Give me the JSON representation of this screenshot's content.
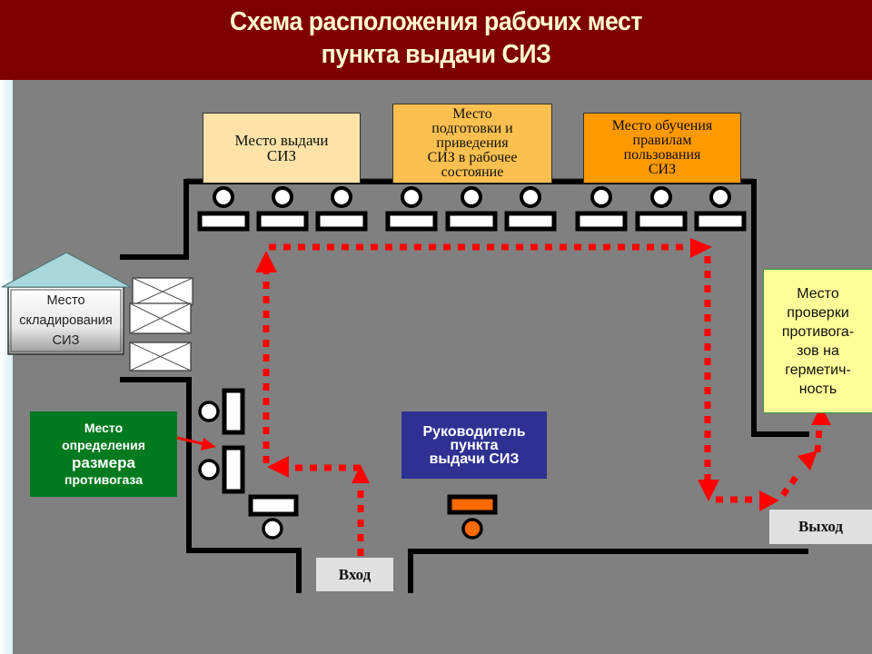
{
  "title": {
    "line1": "Схема расположения рабочих мест",
    "line2": "пункта выдачи СИЗ"
  },
  "colors": {
    "title_bg": "#7f0000",
    "title_text": "#fffbd0",
    "floor": "#808080",
    "wall": "#000000",
    "path_arrow": "#ff0000",
    "issue_zone": "#fde3a7",
    "prep_zone": "#fbc04f",
    "training_zone": "#ff9900",
    "check_zone": "#ffff99",
    "sizing_zone": "#007a1f",
    "manager_zone": "#2e3192",
    "manager_desk": "#ff6a00",
    "door_label_bg": "#e0e0e0"
  },
  "zones": {
    "issue": "Место выдачи СИЗ",
    "prep": [
      "Место",
      "подготовки и",
      "приведения",
      "СИЗ в рабочее",
      "состояние"
    ],
    "training": [
      "Место обучения",
      "правилам",
      "пользования",
      "СИЗ"
    ],
    "storage": [
      "Место",
      "складирования",
      "СИЗ"
    ],
    "sizing": [
      "Место",
      "определения",
      "размера",
      "противогаза"
    ],
    "manager": [
      "Руководитель",
      "пункта",
      "выдачи СИЗ"
    ],
    "check": [
      "Место",
      "проверки",
      "противога-",
      "зов на",
      "герметич-",
      "ность"
    ]
  },
  "doors": {
    "entrance": "Вход",
    "exit": "Выход"
  },
  "workplaces": {
    "top_row_count": 9,
    "sizing_count": 2,
    "corner_count": 1,
    "manager_count": 1
  }
}
